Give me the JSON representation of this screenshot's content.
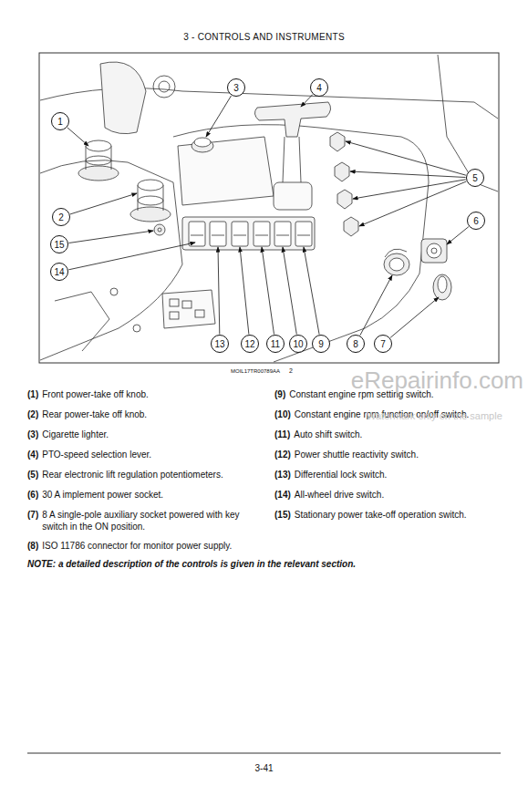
{
  "diagram": {
    "title": "3 - CONTROLS AND INSTRUMENTS",
    "nodes": [
      {
        "text": [
          "1"
        ]
      },
      {
        "text": [
          "2"
        ]
      },
      {
        "text": [
          "3"
        ]
      },
      {
        "text": [
          "4"
        ]
      },
      {
        "text": [
          "5"
        ]
      },
      {
        "text": [
          "6"
        ]
      },
      {
        "text": [
          "7"
        ]
      },
      {
        "text": [
          "8"
        ]
      },
      {
        "text": [
          "9"
        ]
      },
      {
        "text": [
          "10"
        ]
      },
      {
        "text": [
          "11"
        ]
      },
      {
        "text": [
          "12"
        ]
      },
      {
        "text": [
          "13"
        ]
      },
      {
        "text": [
          "14"
        ]
      },
      {
        "text": [
          "15"
        ]
      }
    ],
    "labels": [
      "MOIL17TR00789AA",
      "2",
      "(1)",
      "Front power-take off knob.",
      "(2)",
      "Rear power-take off knob.",
      "(3)",
      "Cigarette lighter.",
      "(4)",
      "PTO-speed selection lever.",
      "(5)",
      "Rear electronic lift regulation potentiometers.",
      "(6)",
      "30 A implement power socket.",
      "(7)",
      "8 A single-pole auxiliary socket powered with key switch in the ON position.",
      "(8)",
      "ISO 11786 connector for monitor power supply.",
      "(9)",
      "Constant engine rpm setting switch.",
      "(10)",
      "Constant engine rpm function on/off switch.",
      "(11)",
      "Auto shift switch.",
      "(12)",
      "Power shuttle reactivity switch.",
      "(13)",
      "Differential lock switch.",
      "(14)",
      "All-wheel drive switch.",
      "(15)",
      "Stationary power take-off operation switch.",
      "NOTE: a detailed description of the controls is given in the relevant section.",
      "3-41",
      "eRepairinfo.com",
      "Watermark only on the sample"
    ]
  }
}
